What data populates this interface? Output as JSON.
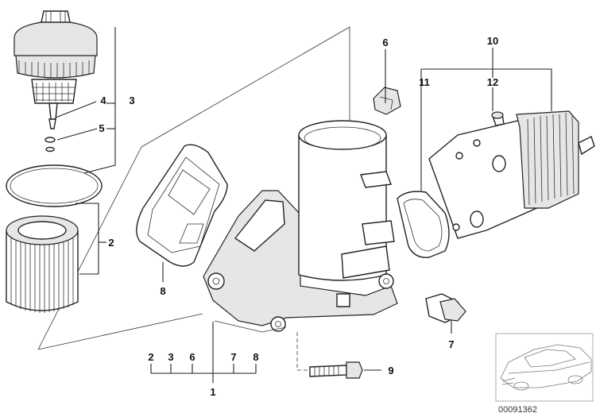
{
  "callouts": {
    "c1": "1",
    "c2": "2",
    "c3": "3",
    "c4": "4",
    "c5": "5",
    "c6": "6",
    "c7": "7",
    "c8": "8",
    "c9": "9",
    "c10": "10",
    "c11": "11",
    "c12": "12"
  },
  "group_labels": [
    "2",
    "3",
    "6",
    "7",
    "8"
  ],
  "doc_number": "00091362"
}
